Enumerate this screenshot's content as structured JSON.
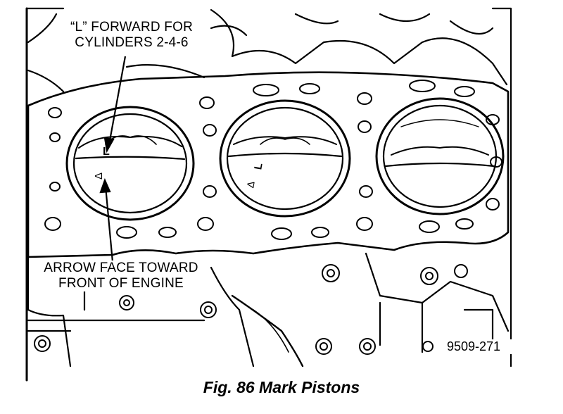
{
  "callout_top": {
    "line1": "“L” FORWARD FOR",
    "line2": "CYLINDERS 2-4-6"
  },
  "callout_bottom": {
    "line1": "ARROW FACE TOWARD",
    "line2": "FRONT OF ENGINE"
  },
  "figure_number": "9509-271",
  "caption": "Fig. 86 Mark Pistons",
  "piston_marks": {
    "letter": "L",
    "arrow": "Δ"
  },
  "colors": {
    "ink": "#000000",
    "paper": "#ffffff"
  }
}
